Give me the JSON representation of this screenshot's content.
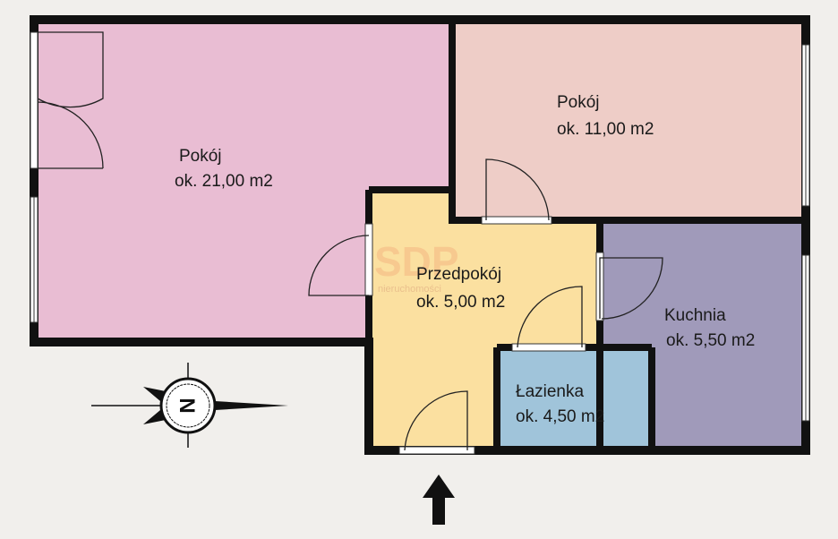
{
  "rooms": [
    {
      "name": "Pokój",
      "area": "ok. 21,00 m2",
      "color": "#e9bdd3"
    },
    {
      "name": "Pokój",
      "area": "ok. 11,00 m2",
      "color": "#eecdc7"
    },
    {
      "name": "Przedpokój",
      "area": "ok. 5,00 m2",
      "color": "#fbe0a0"
    },
    {
      "name": "Kuchnia",
      "area": "ok.  5,50 m2",
      "color": "#a09aba"
    },
    {
      "name": "Łazienka",
      "area": "ok. 4,50 m2",
      "color": "#a0c4da"
    }
  ],
  "watermark": {
    "logo": "SDP",
    "sub": "nieruchomości"
  },
  "compass": {
    "letter": "N"
  },
  "colors": {
    "background": "#f1efec",
    "wall": "#111111"
  }
}
